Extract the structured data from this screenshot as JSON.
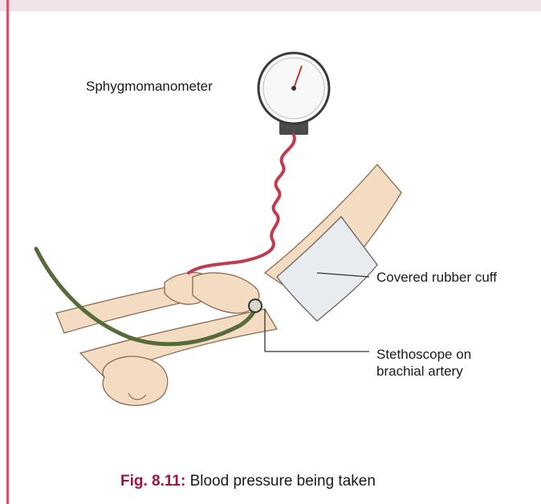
{
  "labels": {
    "sphygmomanometer": "Sphygmomanometer",
    "cuff": "Covered rubber cuff",
    "stethoscope_line1": "Stethoscope on",
    "stethoscope_line2": "brachial artery"
  },
  "caption": {
    "number": "Fig. 8.11:",
    "text": "Blood pressure being taken"
  },
  "colors": {
    "caption_number": "#a0163a",
    "accent_rule": "#d8526a",
    "tube": "#c23a4e",
    "stethoscope_tube": "#556b3a",
    "skin": "#f3dcc2"
  }
}
